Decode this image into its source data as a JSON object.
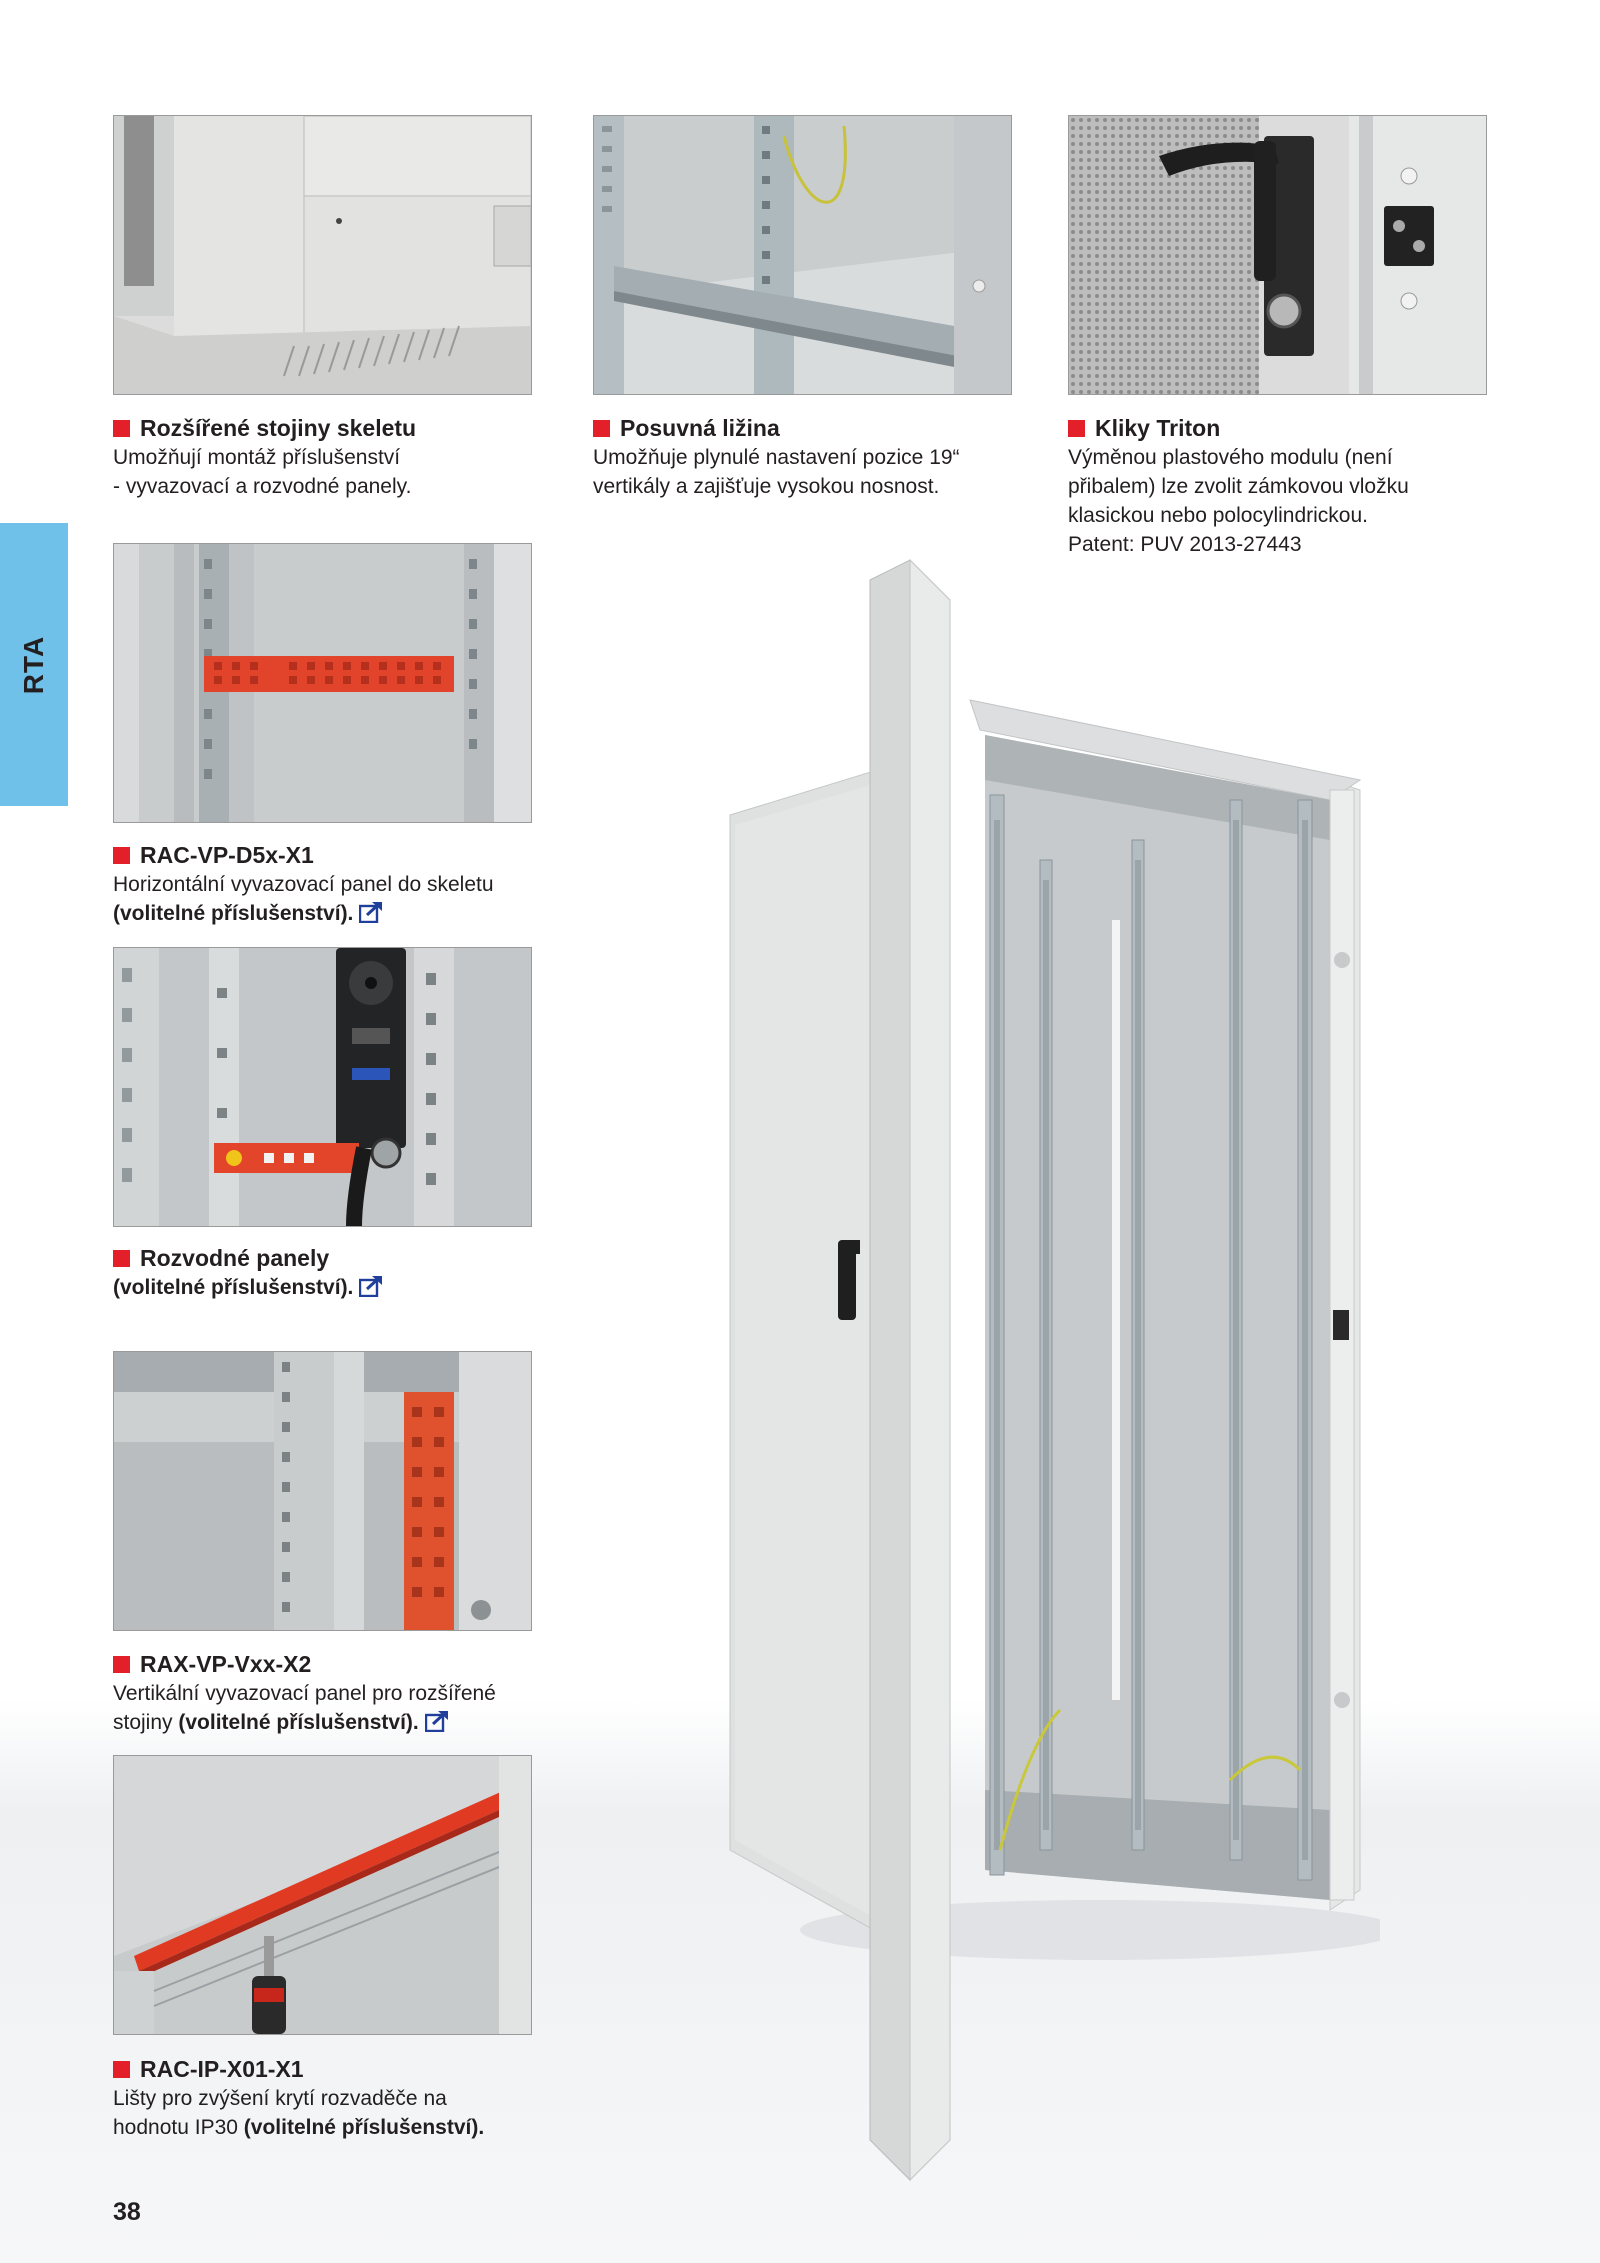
{
  "side_tab": {
    "label": "RTA"
  },
  "page_number": "38",
  "accent_color": "#e3202a",
  "tab_color": "#6fc1ea",
  "link_icon": "external-link-icon",
  "features": [
    {
      "title": "Rozšířené stojiny skeletu",
      "lines": [
        "Umožňují montáž příslušenství",
        "- vyvazovací a rozvodné panely."
      ]
    },
    {
      "title": "Posuvná ližina",
      "lines": [
        "Umožňuje plynulé nastavení pozice 19“",
        "vertikály a zajišťuje vysokou nosnost."
      ]
    },
    {
      "title": "Kliky Triton",
      "lines": [
        "Výměnou plastového modulu (není",
        "přibalem) lze zvolit zámkovou vložku",
        "klasickou nebo polocylindrickou.",
        "Patent: PUV 2013-27443"
      ]
    }
  ],
  "accessories": [
    {
      "title": "RAC-VP-D5x-X1",
      "line1": "Horizontální vyvazovací panel do skeletu",
      "line2_prefix": "",
      "line2_bold": "(volitelné příslušenství)."
    },
    {
      "title": "Rozvodné panely",
      "line1": "",
      "line2_prefix": "",
      "line2_bold": "(volitelné příslušenství)."
    },
    {
      "title": "RAX-VP-Vxx-X2",
      "line1": "Vertikální vyvazovací panel pro rozšířené",
      "line2_prefix": "stojiny ",
      "line2_bold": "(volitelné příslušenství)."
    },
    {
      "title": "RAC-IP-X01-X1",
      "line1": "Lišty pro zvýšení krytí rozvaděče na",
      "line2_prefix": "hodnotu IP30 ",
      "line2_bold": "(volitelné příslušenství)."
    }
  ]
}
